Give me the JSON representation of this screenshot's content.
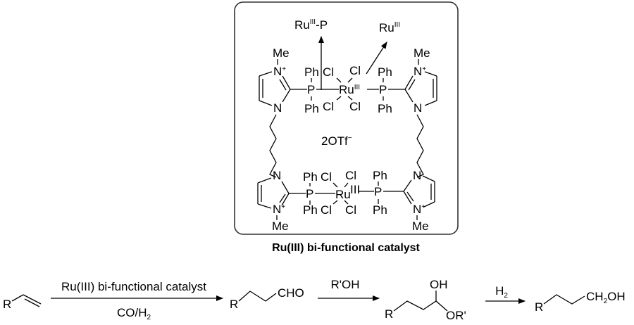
{
  "figure": {
    "catalyst_box": {
      "caption": "Ru(III) bi-functional catalyst",
      "counterion": "2OTf",
      "counterion_charge": "−",
      "annotations": [
        {
          "label": "Ru",
          "sup": "III",
          "suffix": "-P"
        },
        {
          "label": "Ru",
          "sup": "III",
          "suffix": ""
        }
      ],
      "metal": {
        "symbol": "Ru",
        "oxidation": "III"
      },
      "ligands": {
        "phosphorus": "P",
        "phenyl": "Ph",
        "chloride": "Cl",
        "nitrogen": "N",
        "nitrogen_cation": "N",
        "cation_charge": "+",
        "methyl": "Me"
      }
    },
    "reaction": {
      "start": {
        "R": "R"
      },
      "step1": {
        "above": "Ru(III) bi-functional catalyst",
        "below_main": "CO/H",
        "below_sub": "2"
      },
      "product1": {
        "R": "R",
        "group": "CHO"
      },
      "step2": {
        "above": "R'OH"
      },
      "product2": {
        "R": "R",
        "top": "OH",
        "side": "OR'"
      },
      "step3": {
        "above_main": "H",
        "above_sub": "2"
      },
      "product3": {
        "R": "R",
        "group_a": "CH",
        "group_sub": "2",
        "group_b": "OH"
      }
    }
  }
}
